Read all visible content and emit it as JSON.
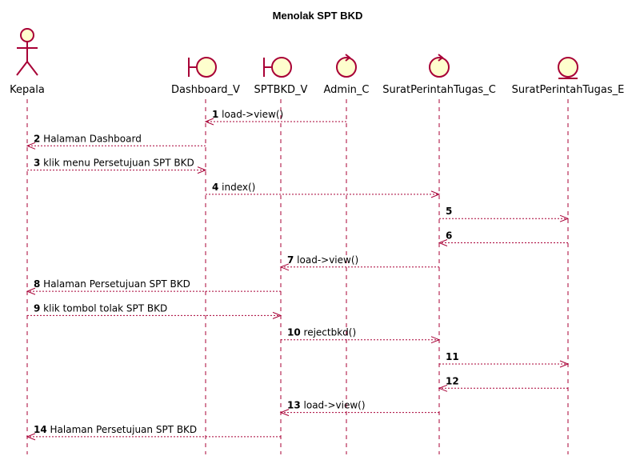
{
  "title": "Menolak SPT BKD",
  "colors": {
    "line": "#a80036",
    "fill": "#fefece",
    "text": "#000000"
  },
  "participants": [
    {
      "id": "kepala",
      "name": "Kepala",
      "kind": "actor"
    },
    {
      "id": "dashboard",
      "name": "Dashboard_V",
      "kind": "boundary"
    },
    {
      "id": "sptbkd",
      "name": "SPTBKD_V",
      "kind": "boundary"
    },
    {
      "id": "admin",
      "name": "Admin_C",
      "kind": "control"
    },
    {
      "id": "spt_c",
      "name": "SuratPerintahTugas_C",
      "kind": "control"
    },
    {
      "id": "spt_e",
      "name": "SuratPerintahTugas_E",
      "kind": "entity"
    }
  ],
  "messages": [
    {
      "num": "1",
      "text": "load->view()",
      "from": "admin",
      "to": "dashboard"
    },
    {
      "num": "2",
      "text": "Halaman Dashboard",
      "from": "dashboard",
      "to": "kepala"
    },
    {
      "num": "3",
      "text": "klik menu Persetujuan SPT BKD",
      "from": "kepala",
      "to": "dashboard"
    },
    {
      "num": "4",
      "text": "index()",
      "from": "dashboard",
      "to": "spt_c"
    },
    {
      "num": "5",
      "text": "",
      "from": "spt_c",
      "to": "spt_e"
    },
    {
      "num": "6",
      "text": "",
      "from": "spt_e",
      "to": "spt_c"
    },
    {
      "num": "7",
      "text": "load->view()",
      "from": "spt_c",
      "to": "sptbkd"
    },
    {
      "num": "8",
      "text": "Halaman Persetujuan SPT BKD",
      "from": "sptbkd",
      "to": "kepala"
    },
    {
      "num": "9",
      "text": "klik tombol tolak SPT BKD",
      "from": "kepala",
      "to": "sptbkd"
    },
    {
      "num": "10",
      "text": "rejectbkd()",
      "from": "sptbkd",
      "to": "spt_c"
    },
    {
      "num": "11",
      "text": "",
      "from": "spt_c",
      "to": "spt_e"
    },
    {
      "num": "12",
      "text": "",
      "from": "spt_e",
      "to": "spt_c"
    },
    {
      "num": "13",
      "text": "load->view()",
      "from": "spt_c",
      "to": "sptbkd"
    },
    {
      "num": "14",
      "text": "Halaman Persetujuan SPT BKD",
      "from": "sptbkd",
      "to": "kepala"
    }
  ]
}
